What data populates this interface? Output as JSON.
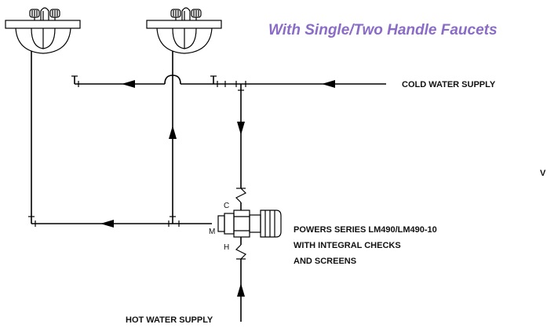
{
  "title": "With Single/Two Handle Faucets",
  "title_color": "#8a6cc6",
  "labels": {
    "cold_supply": "COLD WATER SUPPLY",
    "hot_supply": "HOT WATER SUPPLY",
    "valve_line1": "POWERS SERIES LM490/LM490-10",
    "valve_line2": "WITH INTEGRAL CHECKS",
    "valve_line3": "AND SCREENS",
    "port_cold": "C",
    "port_mixed": "M",
    "port_hot": "H",
    "edge_fragment": "V"
  },
  "components": {
    "sinks": [
      "lavatory-sink-left",
      "lavatory-sink-right"
    ],
    "valve": "mixing-valve",
    "check_valves": [
      "check-valve-cold",
      "check-valve-hot"
    ]
  }
}
